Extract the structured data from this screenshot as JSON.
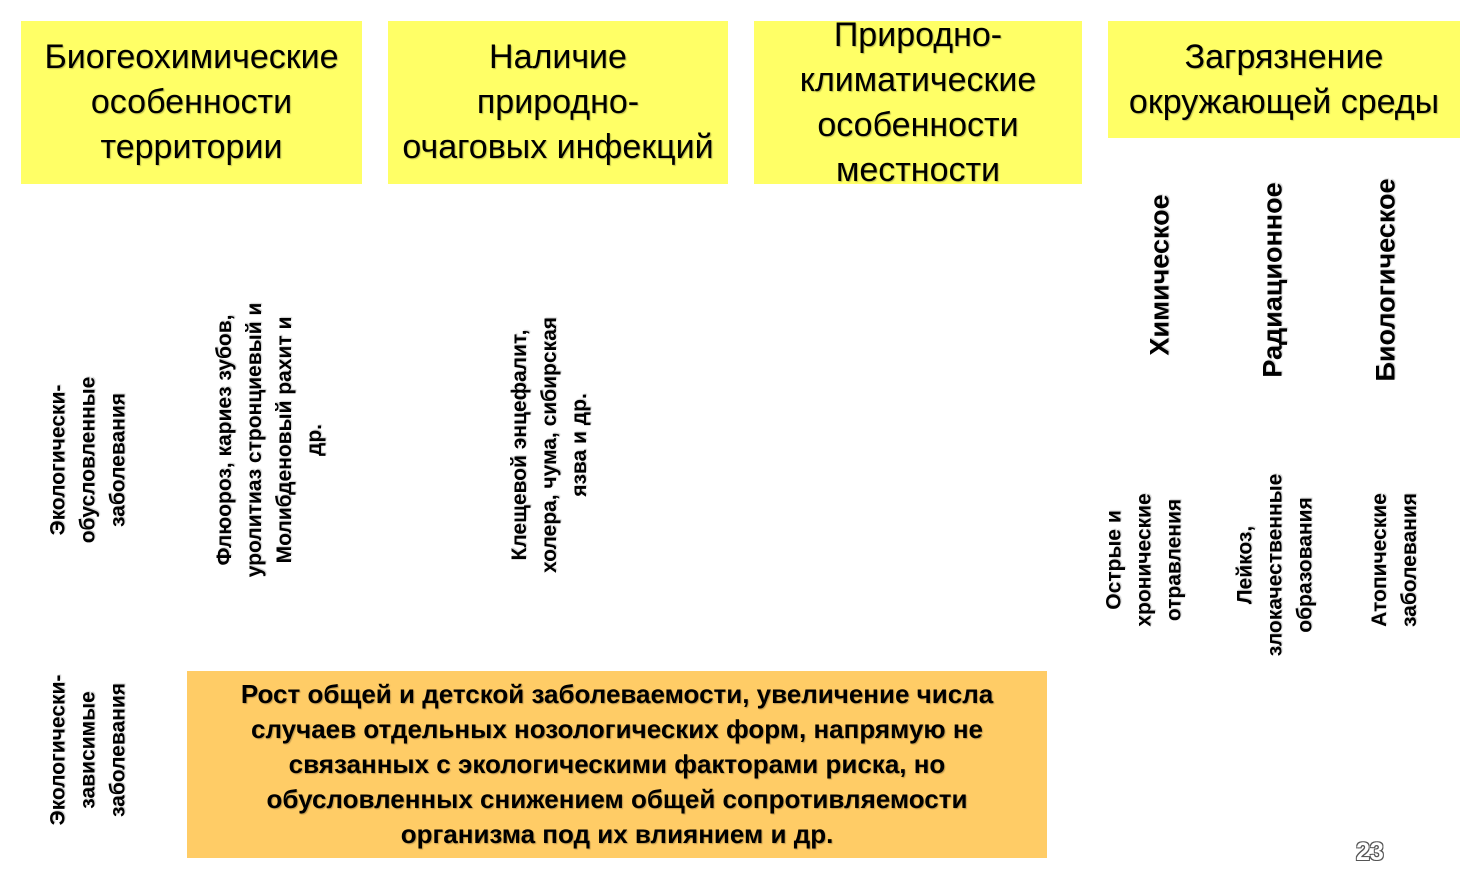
{
  "headers": {
    "biogeochem": "Биогеохимические\nособенности\nтерритории",
    "infections": "Наличие\nприродно-\nочаговых инфекций",
    "climate": "Природно-\nклиматические\nособенности\nместности",
    "pollution": "Загрязнение\nокружающей среды"
  },
  "row_labels": {
    "caused": "Экологически-\nобусловленные\nзаболевания",
    "dependent": "Экологически-\nзависимые\nзаболевания"
  },
  "cells": {
    "biogeochem_diseases": "Флюороз,  кариез зубов,\nуролитиаз  стронциевый и\nМолибденовый  рахит и др.",
    "infection_diseases": "Клещевой энцефалит,\nхолера, чума, сибирская\nязва и др."
  },
  "pollution_types": {
    "chemical": "Химическое",
    "radiation": "Радиационное",
    "biological": "Биологическое"
  },
  "pollution_effects": {
    "chemical": "Острые и\nхронические\nотравления",
    "radiation": "Лейкоз,\nзлокачественные\nобразования",
    "biological": "Атопические\nзаболевания"
  },
  "summary": "Рост общей и детской заболеваемости, увеличение числа\nслучаев отдельных нозологических форм, напрямую не\nсвязанных с экологическими факторами риска, но\nобусловленных снижением общей сопротивляемости\nорганизма под их влиянием и др.",
  "page_number": "23",
  "colors": {
    "header_fill": "#ffff66",
    "summary_fill": "#ffcc66"
  }
}
